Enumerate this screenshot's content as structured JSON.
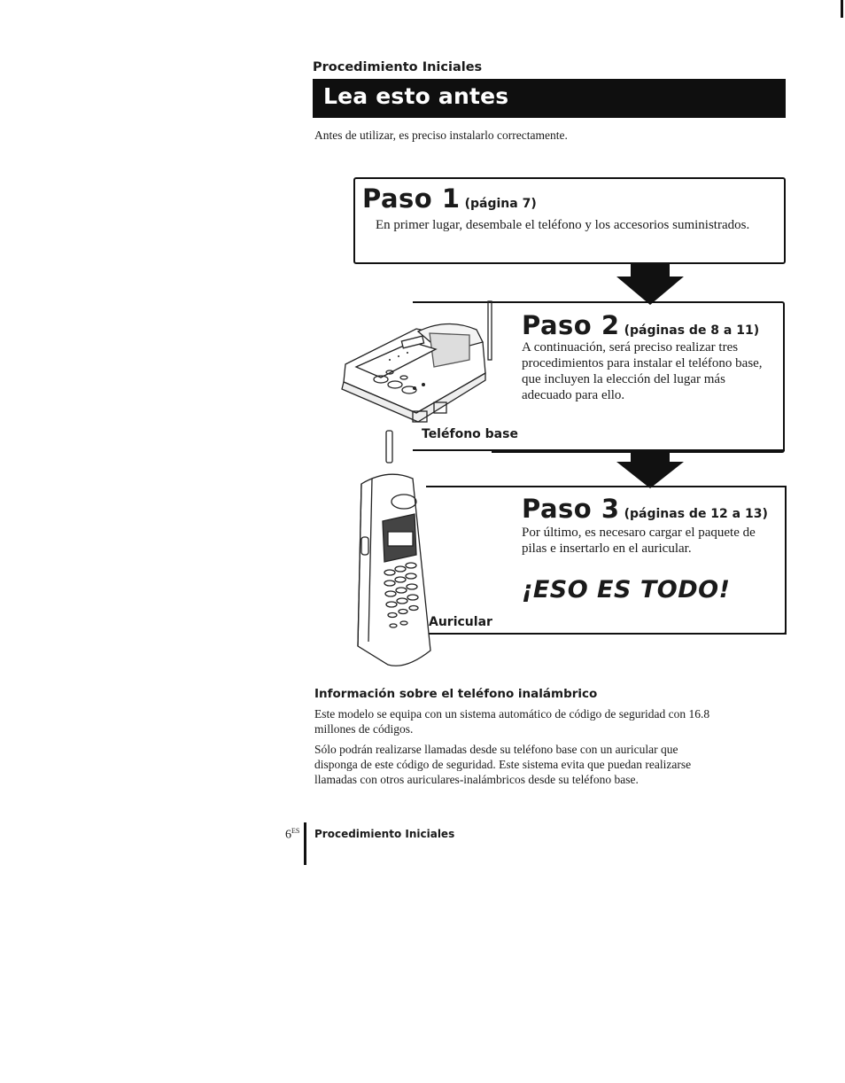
{
  "header": {
    "section_label": "Procedimiento Iniciales",
    "title": "Lea esto antes"
  },
  "intro": "Antes de utilizar, es preciso instalarlo correctamente.",
  "steps": [
    {
      "word": "Paso 1",
      "pages": "(página 7)",
      "body": "En primer lugar, desembale el teléfono y los accesorios suministrados."
    },
    {
      "word": "Paso 2",
      "pages": "(páginas de 8 a 11)",
      "body": "A continuación, será preciso realizar tres procedimientos para instalar el teléfono base, que incluyen la elección del lugar más adecuado para ello."
    },
    {
      "word": "Paso 3",
      "pages": "(páginas de 12 a 13)",
      "body": "Por último, es necesaro cargar el paquete de pilas e insertarlo en el auricular."
    }
  ],
  "closing": "¡ESO ES TODO!",
  "figure_labels": {
    "base": "Teléfono base",
    "handset": "Auricular"
  },
  "info": {
    "heading": "Información sobre el teléfono inalámbrico",
    "p1": "Este modelo se equipa con un sistema automático de código de seguridad con 16.8 millones de códigos.",
    "p2": "Sólo podrán realizarse llamadas desde su teléfono base con un auricular que disponga de este código de seguridad. Este sistema evita que puedan realizarse llamadas con otros auriculares-inalámbricos desde su teléfono base."
  },
  "footer": {
    "page_number": "6",
    "page_suffix": "ES",
    "label": "Procedimiento Iniciales"
  }
}
